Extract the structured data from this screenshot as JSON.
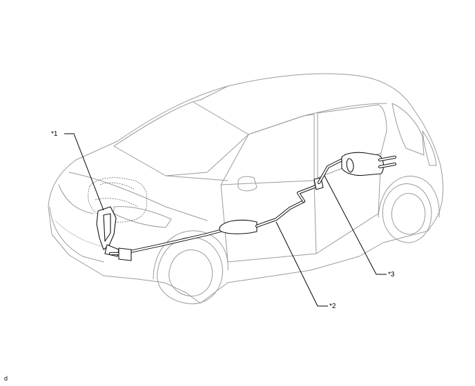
{
  "callouts": [
    {
      "id": "1",
      "text": "*1"
    },
    {
      "id": "2",
      "text": "*2"
    },
    {
      "id": "3",
      "text": "*3"
    }
  ],
  "corner_mark": "d"
}
